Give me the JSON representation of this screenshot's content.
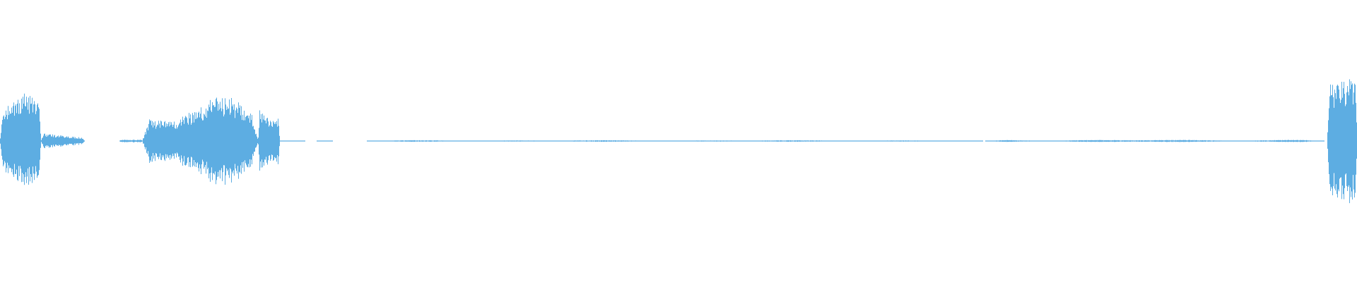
{
  "waveform": {
    "color": "#5dade2",
    "background": "#ffffff",
    "segments": [
      {
        "start": 0.0,
        "end": 0.03,
        "amp": 0.34
      },
      {
        "start": 0.03,
        "end": 0.062,
        "amp": 0.06
      },
      {
        "start": 0.088,
        "end": 0.105,
        "amp": 0.015
      },
      {
        "start": 0.105,
        "end": 0.19,
        "amp": 0.33
      },
      {
        "start": 0.19,
        "end": 0.206,
        "amp": 0.4
      },
      {
        "start": 0.206,
        "end": 0.225,
        "amp": 0.004
      },
      {
        "start": 0.233,
        "end": 0.245,
        "amp": 0.004
      },
      {
        "start": 0.27,
        "end": 0.7,
        "amp": 0.006
      },
      {
        "start": 0.7,
        "end": 0.724,
        "amp": 0.002
      },
      {
        "start": 0.726,
        "end": 0.976,
        "amp": 0.009
      },
      {
        "start": 0.978,
        "end": 1.0,
        "amp": 0.66
      }
    ]
  }
}
